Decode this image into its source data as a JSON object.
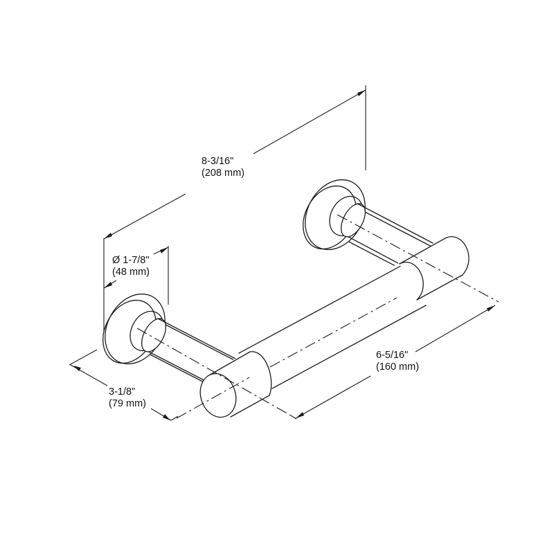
{
  "drawing": {
    "subject": "Toilet paper holder (isometric dimension drawing)",
    "line_color": "#1a1a1a",
    "background": "#ffffff"
  },
  "dimensions": {
    "overall_width": {
      "imperial": "8-3/16\"",
      "metric": "(208 mm)"
    },
    "flange_diameter": {
      "imperial": "Ø 1-7/8\"",
      "metric": "(48 mm)"
    },
    "projection": {
      "imperial": "3-1/8\"",
      "metric": "(79 mm)"
    },
    "roller_length": {
      "imperial": "6-5/16\"",
      "metric": "(160 mm)"
    }
  }
}
